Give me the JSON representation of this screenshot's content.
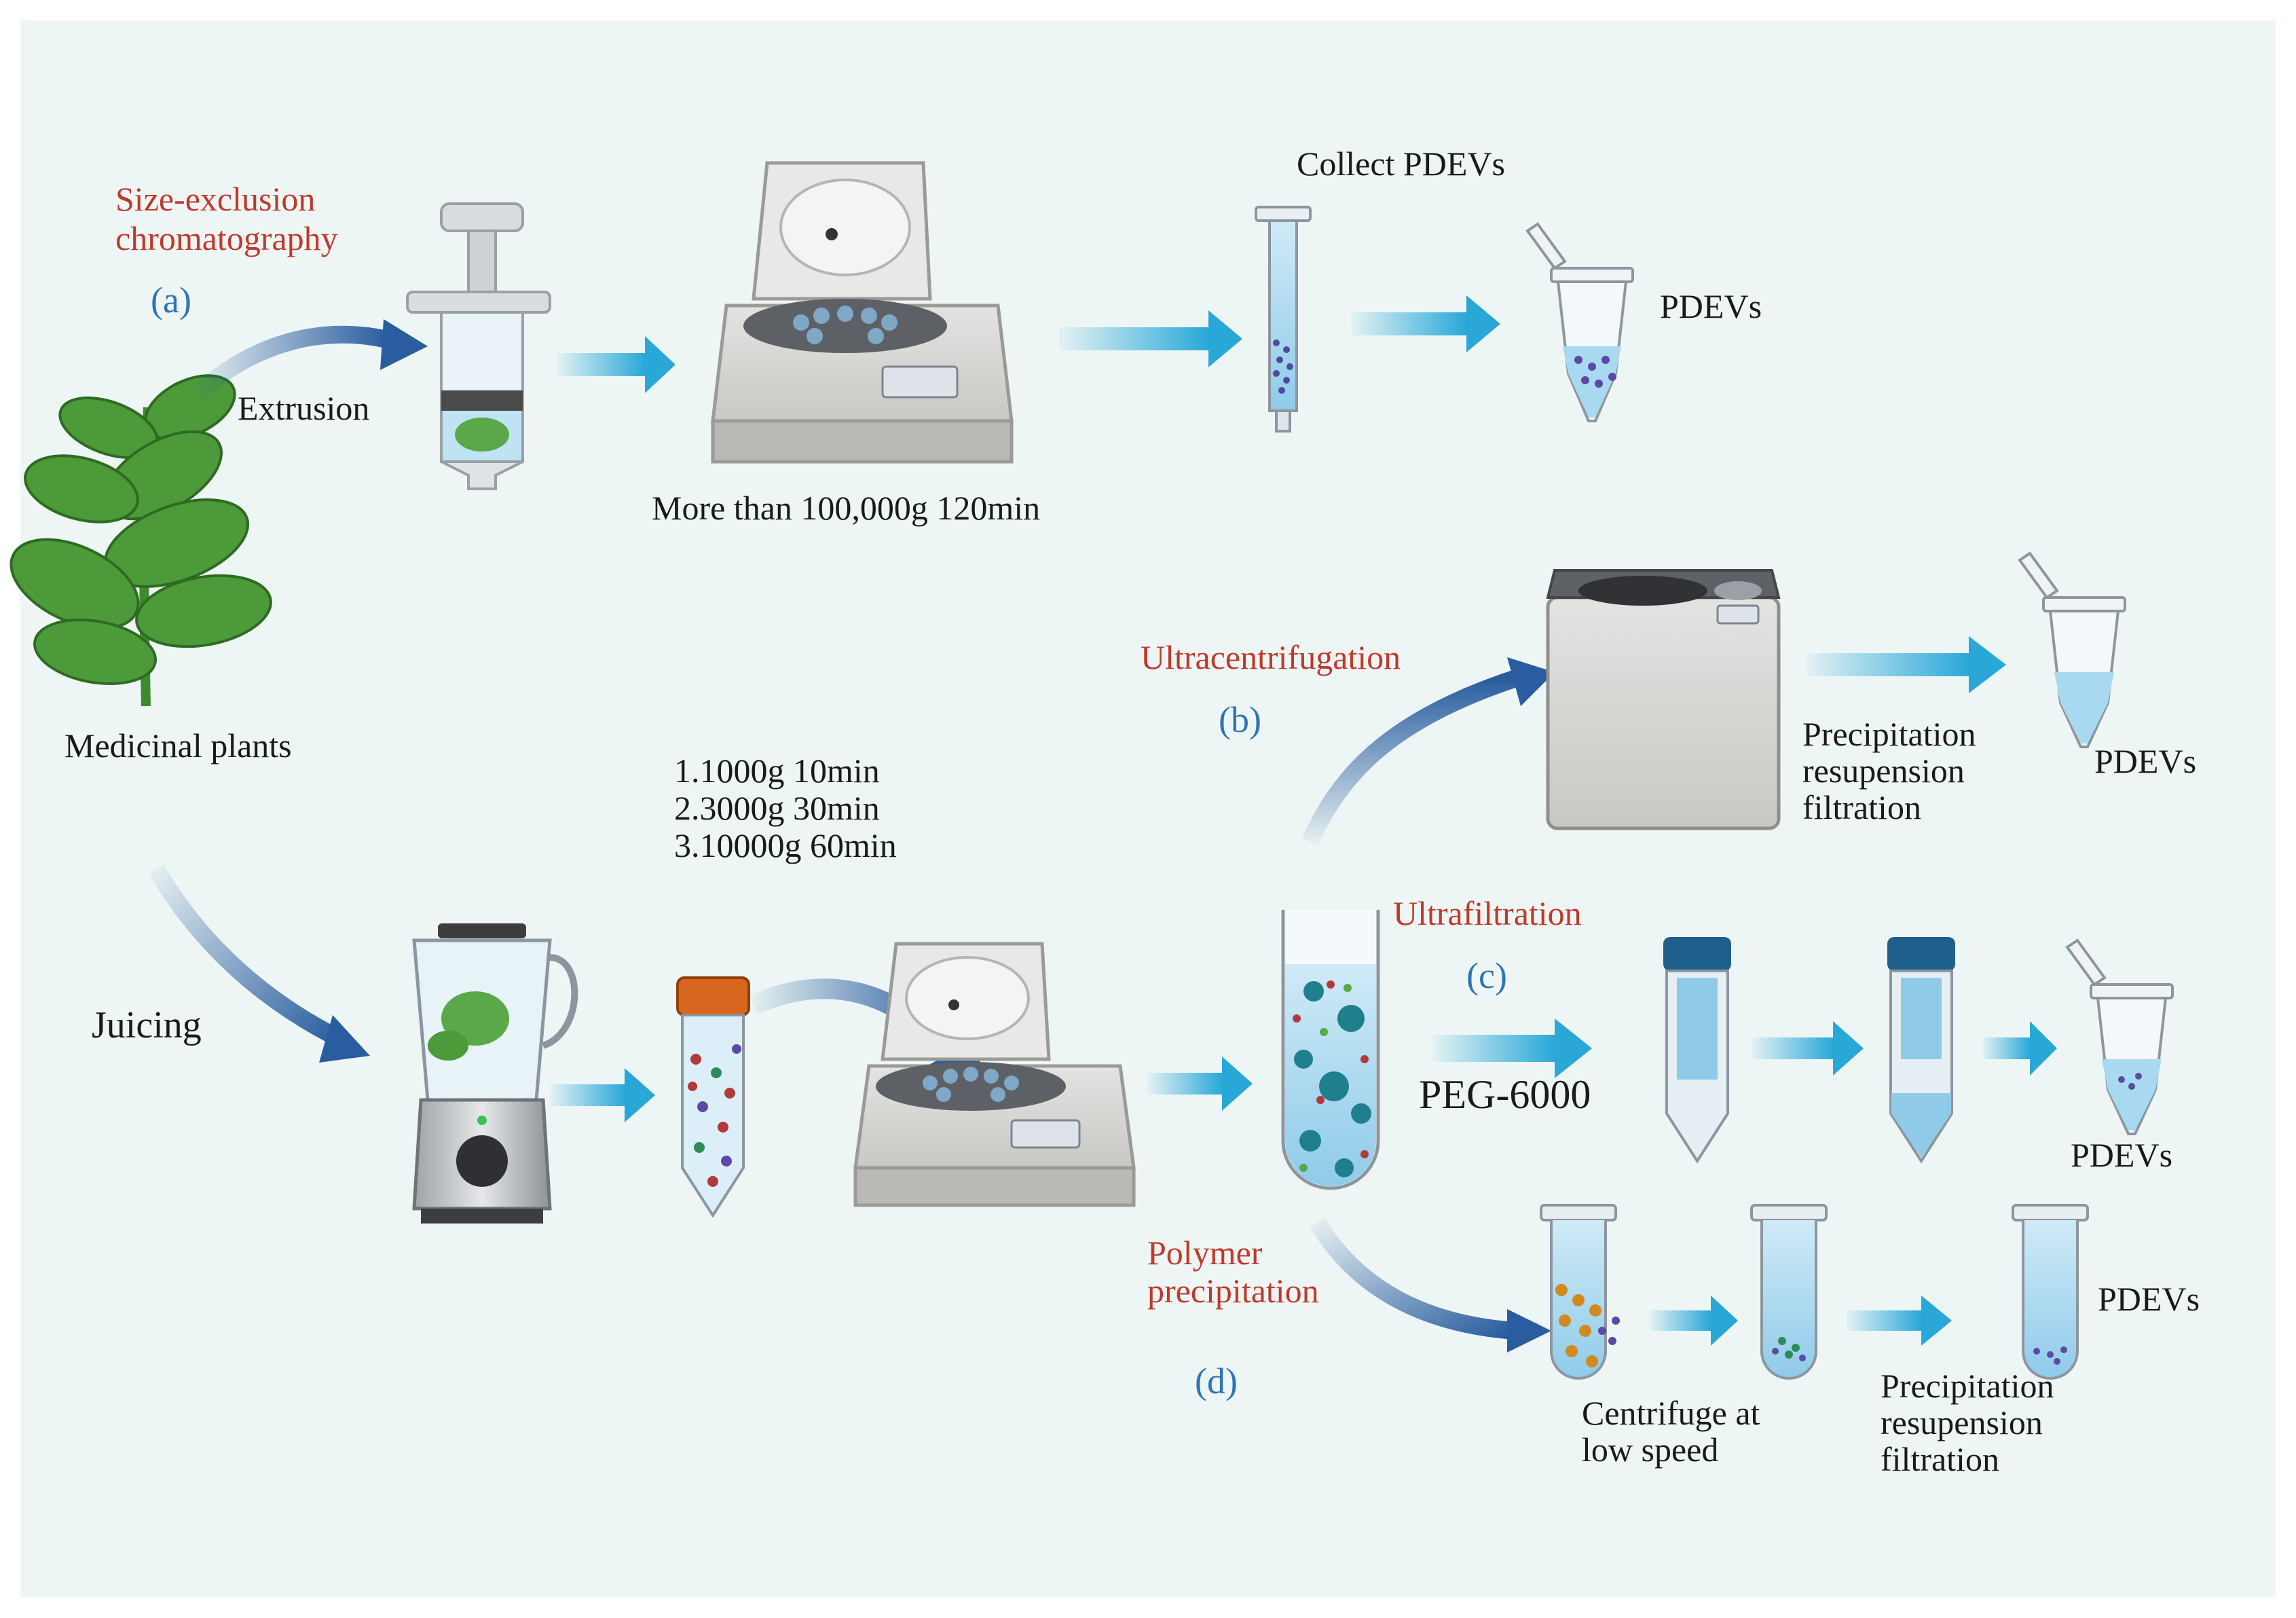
{
  "labels": {
    "a_method": [
      "Size-exclusion",
      "chromatography"
    ],
    "a_letter": "(a)",
    "extrusion": "Extrusion",
    "medicinal_plants": "Medicinal plants",
    "centrifuge_a": "More than 100,000g  120min",
    "collect": "Collect PDEVs",
    "pdevs": "PDEVs",
    "b_method": "Ultracentrifugation",
    "b_letter": "(b)",
    "precip": [
      "Precipitation",
      "resupension",
      "filtration"
    ],
    "steps": [
      "1.1000g 10min",
      "2.3000g  30min",
      "3.10000g 60min"
    ],
    "juicing": "Juicing",
    "c_method": "Ultrafiltration",
    "c_letter": "(c)",
    "peg": "PEG-6000",
    "d_method": [
      "Polymer",
      "precipitation"
    ],
    "d_letter": "(d)",
    "low_speed": [
      "Centrifuge at",
      "low speed"
    ]
  },
  "colors": {
    "background": "#eef6f5",
    "method_red": "#c0392b",
    "letter_blue": "#2e75b6",
    "arrow_cyan": "#29a8d8",
    "curve_arrow": "#2a5d9f",
    "leaf_green": "#4c9a3a",
    "tube_liquid": "#a9d9f0",
    "cap_blue": "#1f5f8b",
    "cap_orange": "#d9661f"
  },
  "icons": [
    "plant-icon",
    "syringe-icon",
    "centrifuge-icon",
    "column-icon",
    "microtube-icon",
    "ultracentrifuge-icon",
    "blender-icon",
    "conical-tube-icon",
    "test-tube-icon",
    "filter-tube-icon"
  ]
}
